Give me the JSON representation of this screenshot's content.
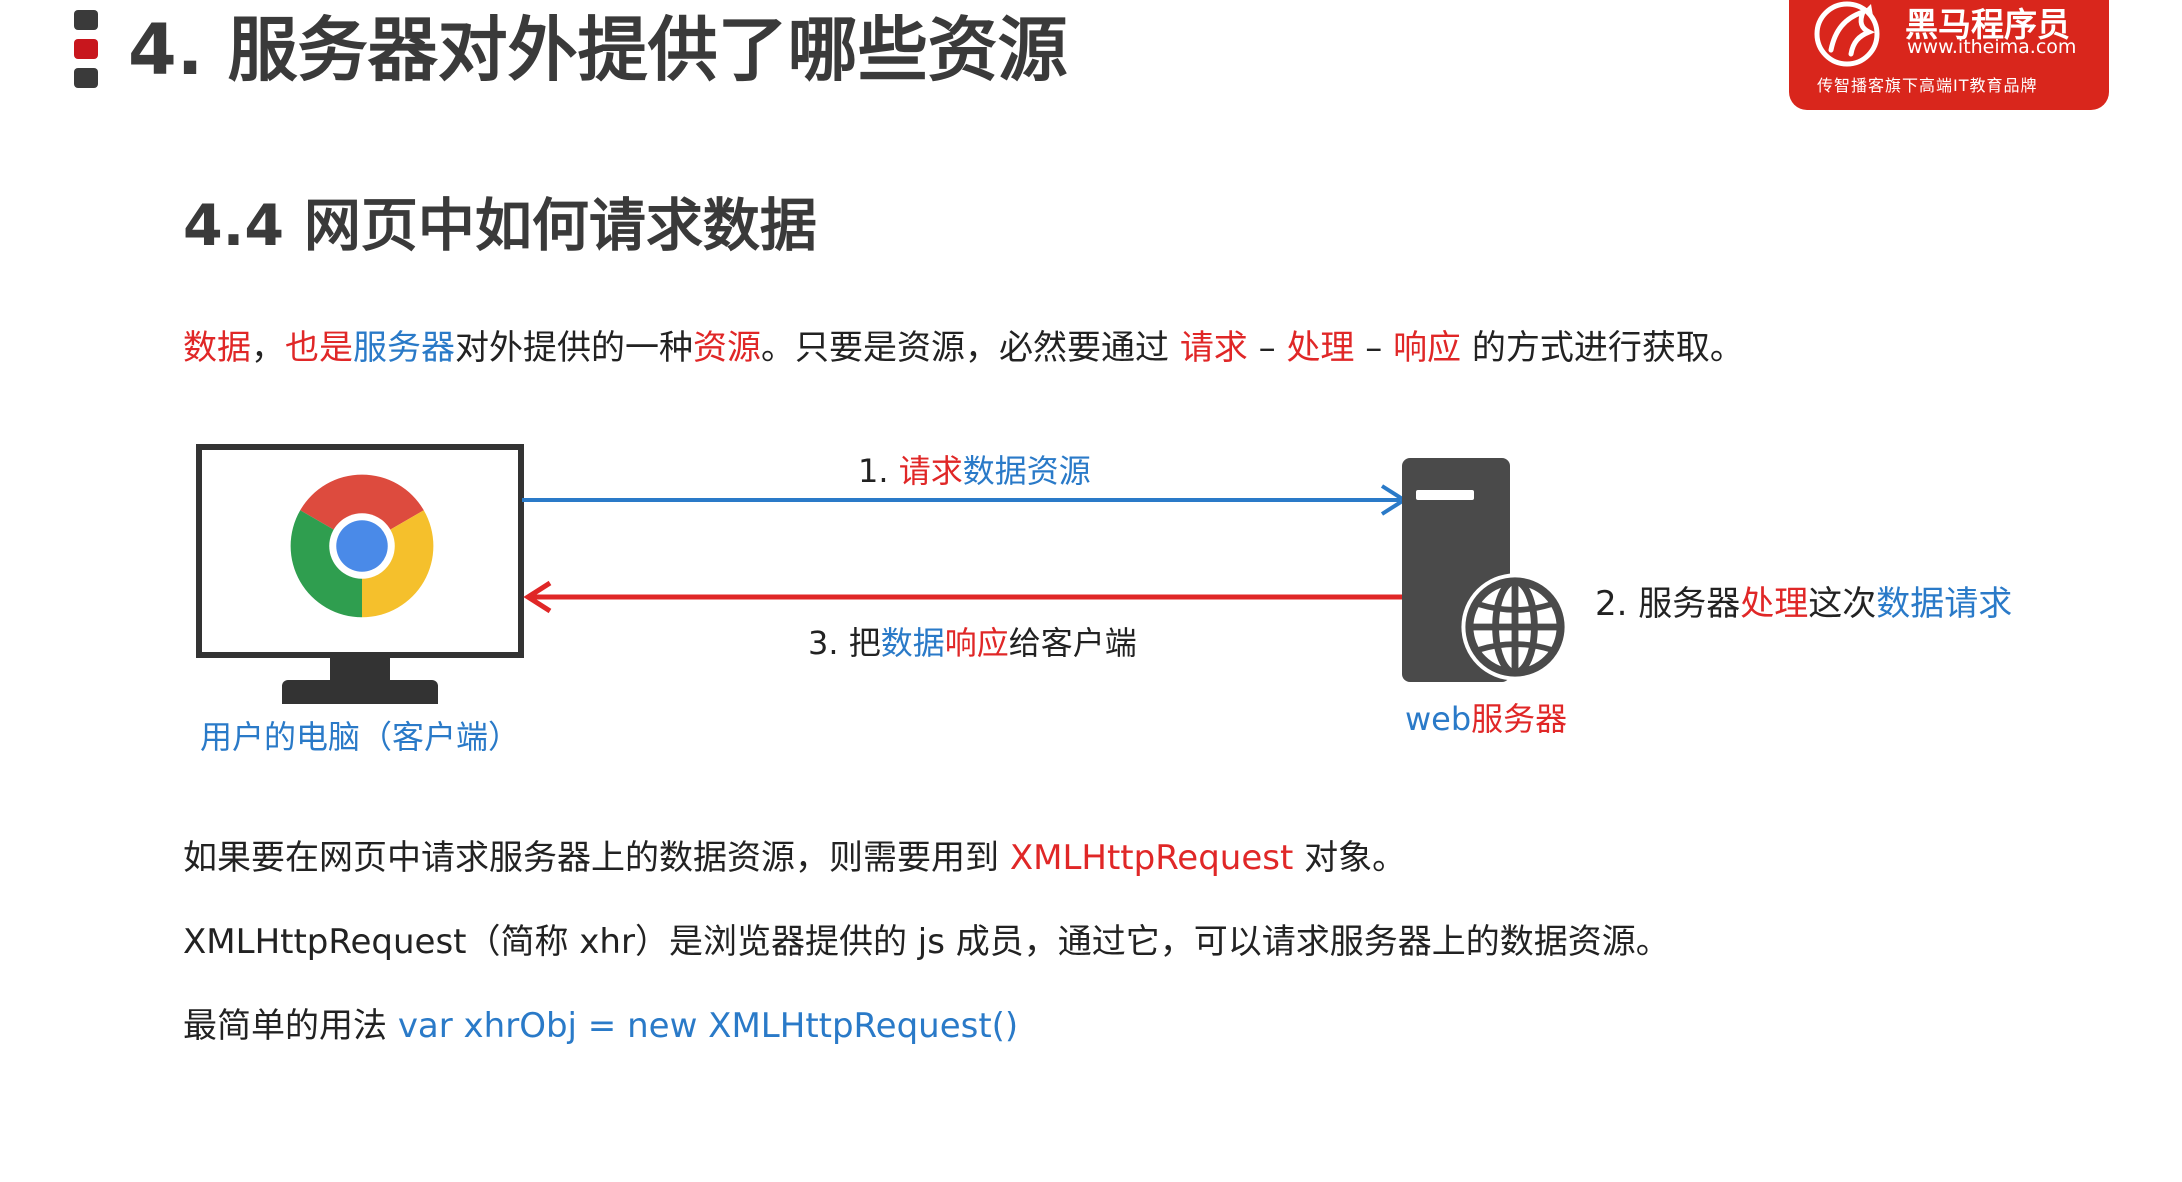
{
  "header": {
    "title": "4. 服务器对外提供了哪些资源"
  },
  "brand": {
    "name": "黑马程序员",
    "url": "www.itheima.com",
    "slogan": "传智播客旗下高端IT教育品牌"
  },
  "section": {
    "title": "4.4 网页中如何请求数据"
  },
  "intro": {
    "parts": [
      "数据",
      "，",
      "也是",
      "服务器",
      "对外提供的一种",
      "资源",
      "。只要是资源，必然要通过 ",
      "请求",
      " – ",
      "处理",
      " – ",
      "响应",
      " 的方式进行获取。"
    ]
  },
  "diagram": {
    "client_label": "用户的电脑（客户端）",
    "server_label_prefix": "web",
    "server_label_suffix": "服务器",
    "arrow1": {
      "num": "1. ",
      "a": "请求",
      "b": "数据资源"
    },
    "arrow3": {
      "num": "3. 把",
      "a": "数据",
      "b": "响应",
      "c": "给客户端"
    },
    "step2": {
      "num": "2. 服务器",
      "a": "处理",
      "b": "这次",
      "c": "数据请求"
    }
  },
  "body": {
    "line1": {
      "text": "如果要在网页中请求服务器上的数据资源，则需要用到 ",
      "highlight": "XMLHttpRequest",
      "end": " 对象。"
    },
    "line2": {
      "text": "XMLHttpRequest（简称 xhr）是浏览器提供的 js 成员，通过它，可以请求服务器上的数据资源。"
    },
    "line3": {
      "text": "最简单的用法 ",
      "code": "var xhrObj = new XMLHttpRequest()"
    }
  },
  "colors": {
    "accent_red": "#e02727",
    "accent_blue": "#2a7ac8",
    "brand_red": "#d9261c",
    "text_dark": "#3a3a3a"
  },
  "icons": {
    "header": "bullet-bars-icon",
    "client": "desktop-monitor-icon",
    "browser": "chrome-logo-icon",
    "server": "server-tower-icon",
    "network": "globe-icon",
    "brand": "horse-logo-icon"
  }
}
